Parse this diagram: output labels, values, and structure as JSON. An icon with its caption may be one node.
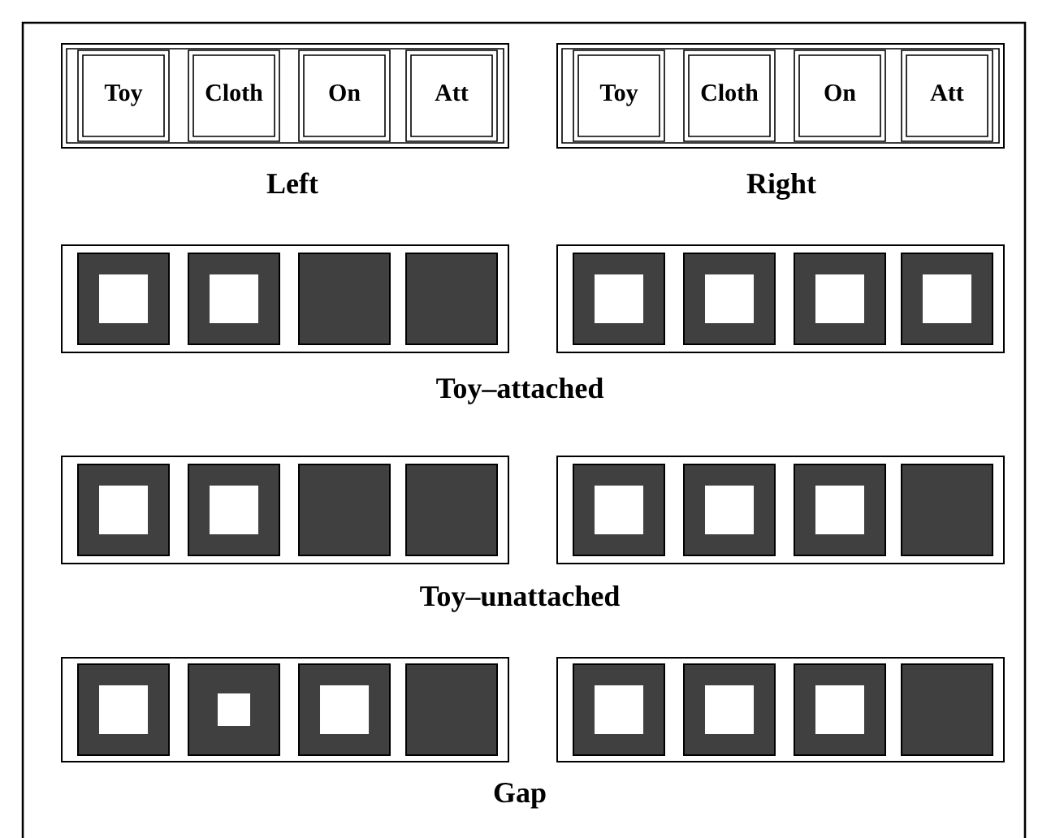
{
  "diagram": {
    "nodes": [
      {
        "text": [],
        "shape": "box"
      },
      {
        "text": [
          "Toy"
        ],
        "in": 0
      },
      {
        "text": [
          "Cloth"
        ],
        "in": 0
      },
      {
        "text": [
          "On"
        ],
        "in": 0
      },
      {
        "text": [
          "Att"
        ],
        "in": 0
      },
      {
        "text": [],
        "shape": "box"
      },
      {
        "text": [
          "Toy"
        ],
        "in": 5
      },
      {
        "text": [
          "Cloth"
        ],
        "in": 5
      },
      {
        "text": [
          "On"
        ],
        "in": 5
      },
      {
        "text": [
          "Att"
        ],
        "in": 5
      },
      {
        "text": [],
        "shape": "box"
      },
      {
        "text": [],
        "shape": "box",
        "in": 10
      },
      {
        "text": [],
        "shape": "box",
        "in": 10
      },
      {
        "text": [],
        "shape": "box",
        "in": 10
      },
      {
        "text": [],
        "shape": "box",
        "in": 10
      },
      {
        "text": [],
        "shape": "box"
      },
      {
        "text": [],
        "shape": "box",
        "in": 15
      },
      {
        "text": [],
        "shape": "box",
        "in": 15
      },
      {
        "text": [],
        "shape": "box",
        "in": 15
      },
      {
        "text": [],
        "shape": "box",
        "in": 15
      },
      {
        "text": [],
        "shape": "box"
      },
      {
        "text": [],
        "shape": "box",
        "in": 20
      },
      {
        "text": [],
        "shape": "box",
        "in": 20
      },
      {
        "text": [],
        "shape": "box",
        "in": 20
      },
      {
        "text": [],
        "shape": "box",
        "in": 20
      },
      {
        "text": [],
        "shape": "box"
      },
      {
        "text": [],
        "shape": "box",
        "in": 25
      },
      {
        "text": [],
        "shape": "box",
        "in": 25
      },
      {
        "text": [],
        "shape": "box",
        "in": 25
      },
      {
        "text": [],
        "shape": "box",
        "in": 25
      },
      {
        "text": [],
        "shape": "box"
      },
      {
        "text": [],
        "shape": "box",
        "in": 30
      },
      {
        "text": [],
        "shape": "box",
        "in": 30
      },
      {
        "text": [],
        "shape": "box",
        "in": 30
      },
      {
        "text": [],
        "shape": "box",
        "in": 30
      },
      {
        "text": [],
        "shape": "box"
      },
      {
        "text": [],
        "shape": "box",
        "in": 35
      },
      {
        "text": [],
        "shape": "box",
        "in": 35
      },
      {
        "text": [],
        "shape": "box",
        "in": 35
      },
      {
        "text": [],
        "shape": "box",
        "in": 35
      }
    ],
    "labels": [
      "Left",
      "Right",
      "Toy–attached",
      "Toy–unattached",
      "Gap"
    ]
  }
}
